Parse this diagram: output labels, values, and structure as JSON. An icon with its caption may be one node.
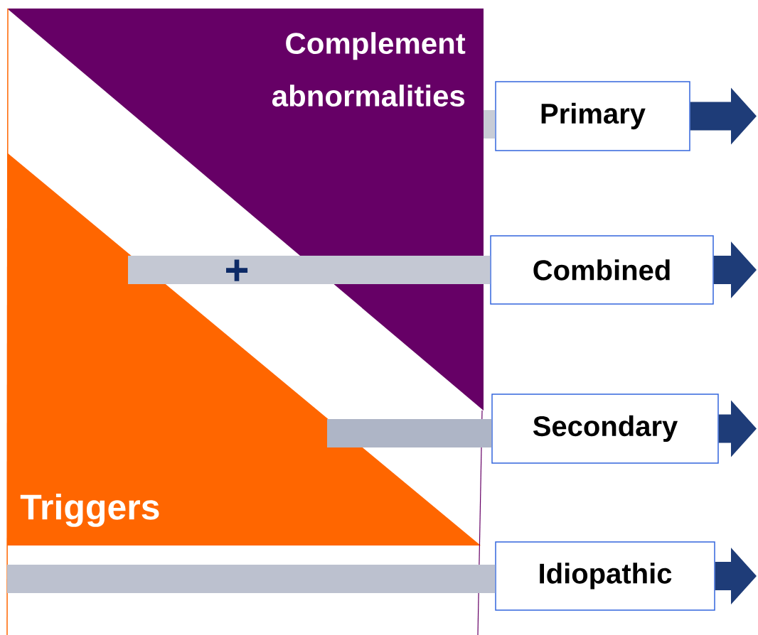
{
  "diagram": {
    "nodes": [
      {
        "text": [
          "Complement abnormalities"
        ]
      },
      {
        "text": [
          "Triggers"
        ]
      },
      {
        "text": [
          "Primary"
        ]
      },
      {
        "text": [
          "Combined"
        ]
      },
      {
        "text": [
          "Secondary"
        ]
      },
      {
        "text": [
          "Idiopathic"
        ]
      }
    ],
    "edges": [
      {
        "from": 0,
        "to": 2,
        "arrow": "none"
      },
      {
        "from": 0,
        "to": 3,
        "arrow": "none"
      },
      {
        "from": 1,
        "to": 3,
        "arrow": "none"
      },
      {
        "from": 1,
        "to": 4,
        "arrow": "none"
      },
      {
        "from": null,
        "to": 5,
        "arrow": "none"
      },
      {
        "from": 2,
        "to": null,
        "arrow": "to"
      },
      {
        "from": 3,
        "to": null,
        "arrow": "to"
      },
      {
        "from": 4,
        "to": null,
        "arrow": "to"
      },
      {
        "from": 5,
        "to": null,
        "arrow": "to"
      }
    ],
    "labels": [
      "+"
    ]
  }
}
